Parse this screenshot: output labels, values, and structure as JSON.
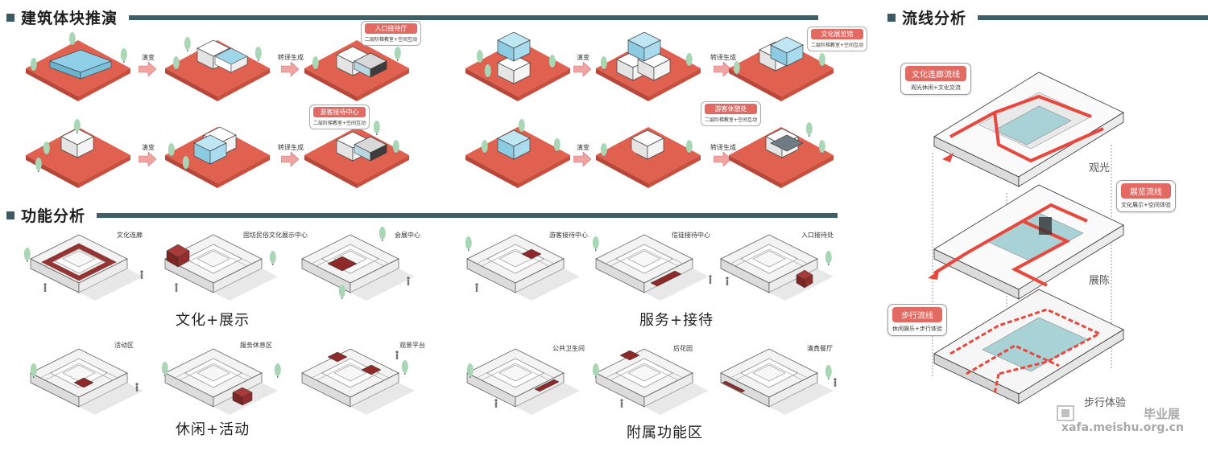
{
  "sections": {
    "massing": {
      "title": "建筑体块推演"
    },
    "function": {
      "title": "功能分析"
    },
    "circulation": {
      "title": "流线分析"
    }
  },
  "colors": {
    "accent": "#e26a63",
    "platform": "#e0614f",
    "header_bar": "#3f5f68",
    "function_mass": "#8e2a2a",
    "glass": "#9fd7ea"
  },
  "massing": {
    "arrow_labels": {
      "evolve": "演变",
      "transform": "转译生成"
    },
    "callouts": [
      {
        "title": "入口接待厅",
        "sub": "二层阶梯教室+空间互动"
      },
      {
        "title": "文化展览馆",
        "sub": "二层阶梯教室+空间互动"
      },
      {
        "title": "游客接待中心",
        "sub": "二层阶梯教室+空间互动"
      },
      {
        "title": "游客休憩处",
        "sub": "二层阶梯教室+空间互动"
      }
    ]
  },
  "function": {
    "group_labels": {
      "culture": "文化+展示",
      "service": "服务+接待",
      "leisure": "休闲+活动",
      "auxiliary": "附属功能区"
    },
    "items": [
      {
        "label": "文化连廊"
      },
      {
        "label": "固坊民俗文化展示中心"
      },
      {
        "label": "会展中心"
      },
      {
        "label": "游客接待中心"
      },
      {
        "label": "信徒接待中心"
      },
      {
        "label": "入口接待处"
      },
      {
        "label": "活动区"
      },
      {
        "label": "服务休息区"
      },
      {
        "label": "观景平台"
      },
      {
        "label": "公共卫生间"
      },
      {
        "label": "后花园"
      },
      {
        "label": "清真餐厅"
      }
    ]
  },
  "circulation": {
    "callouts": [
      {
        "title": "文化连廊流线",
        "sub": "观光休闲+文化交流"
      },
      {
        "title": "展览流线",
        "sub": "文化展示+空间体验"
      },
      {
        "title": "步行流线",
        "sub": "休闲娱乐+步行体验"
      }
    ],
    "layer_labels": {
      "top": "观光",
      "middle": "展陈",
      "bottom": "步行体验"
    }
  },
  "watermark": {
    "brand": "毕业展",
    "url": "xafa.meishu.org.cn"
  }
}
